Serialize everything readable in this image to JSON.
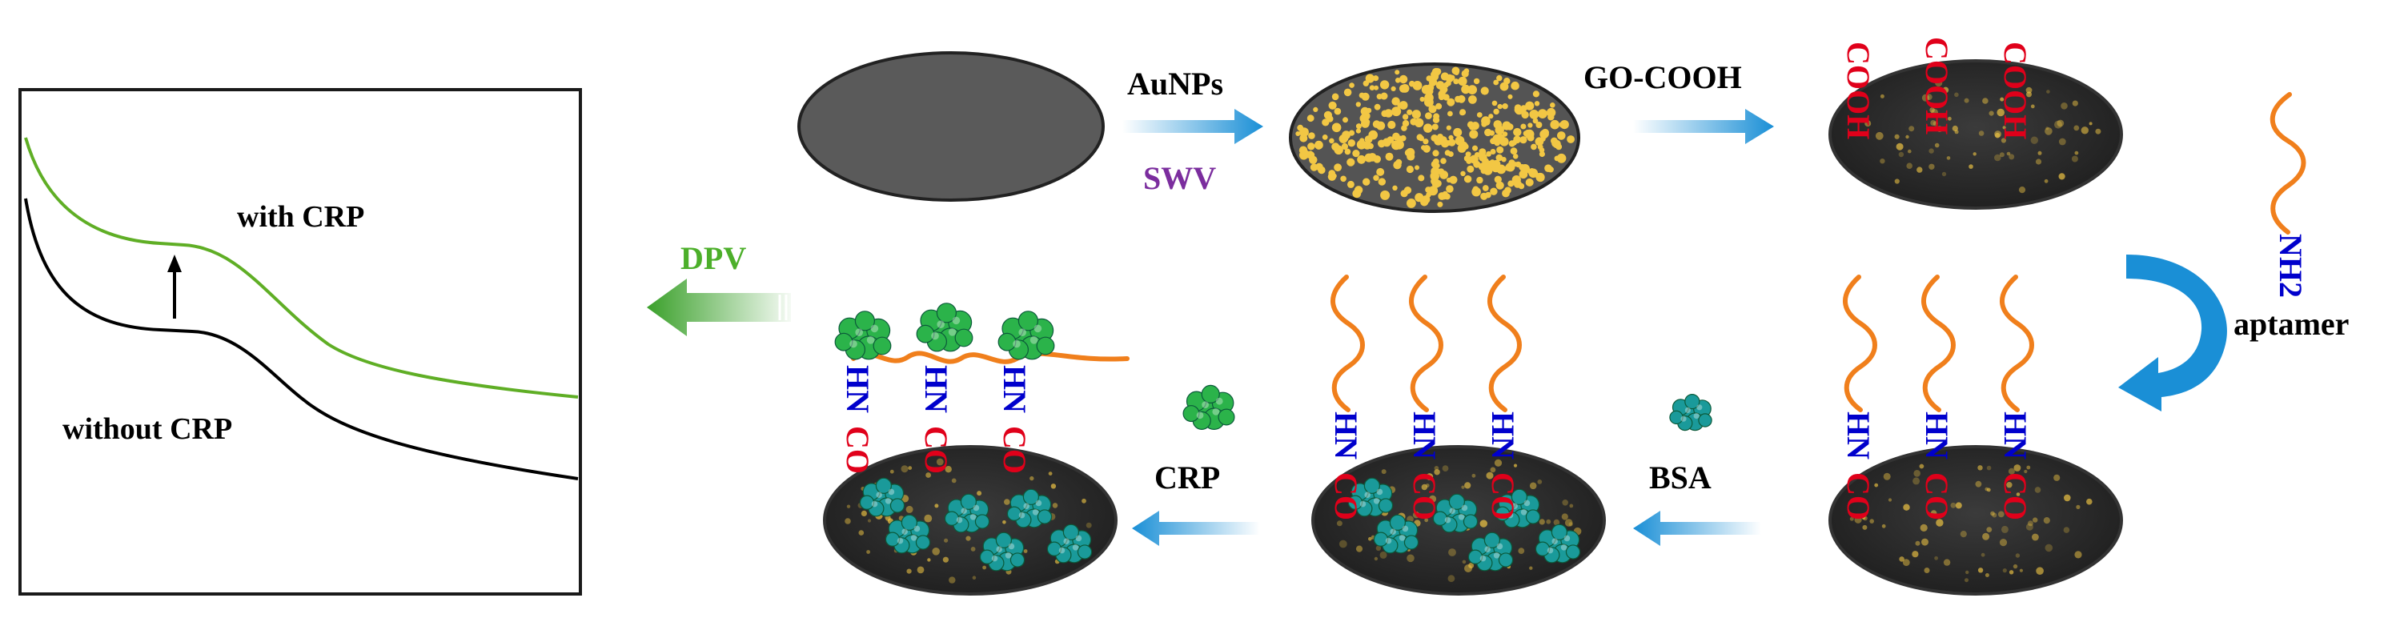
{
  "plot": {
    "labels": {
      "upper": "with CRP",
      "lower": "without CRP"
    },
    "chart_data": {
      "type": "line",
      "title": "",
      "xlabel": "",
      "ylabel": "",
      "grid": false,
      "legend": "none",
      "series": [
        {
          "name": "with CRP",
          "color": "#5fae25"
        },
        {
          "name": "without CRP",
          "color": "#000000"
        }
      ]
    }
  },
  "steps": {
    "s1": {
      "reagent": "AuNPs",
      "technique": "SWV"
    },
    "s2": {
      "reagent": "GO-COOH"
    },
    "s3": {
      "reagent": "aptamer",
      "end_group": "NH2"
    },
    "s4": {
      "reagent": "BSA"
    },
    "s5": {
      "reagent": "CRP"
    },
    "readout": {
      "technique": "DPV"
    }
  },
  "groups": {
    "carboxyl": "COOH",
    "amide_nh": "HN",
    "amide_co": "CO"
  },
  "colors": {
    "green": "#4caf2a",
    "purple": "#7b2d9e",
    "red": "#e0001a",
    "blue": "#0000cc",
    "arrow_blue": "#1a8fd6",
    "orange": "#f07f1c",
    "electrode": "#5a5a5a",
    "gold": "#f2c744",
    "bsa": "#1a9a9a",
    "crp": "#2bb34a"
  }
}
